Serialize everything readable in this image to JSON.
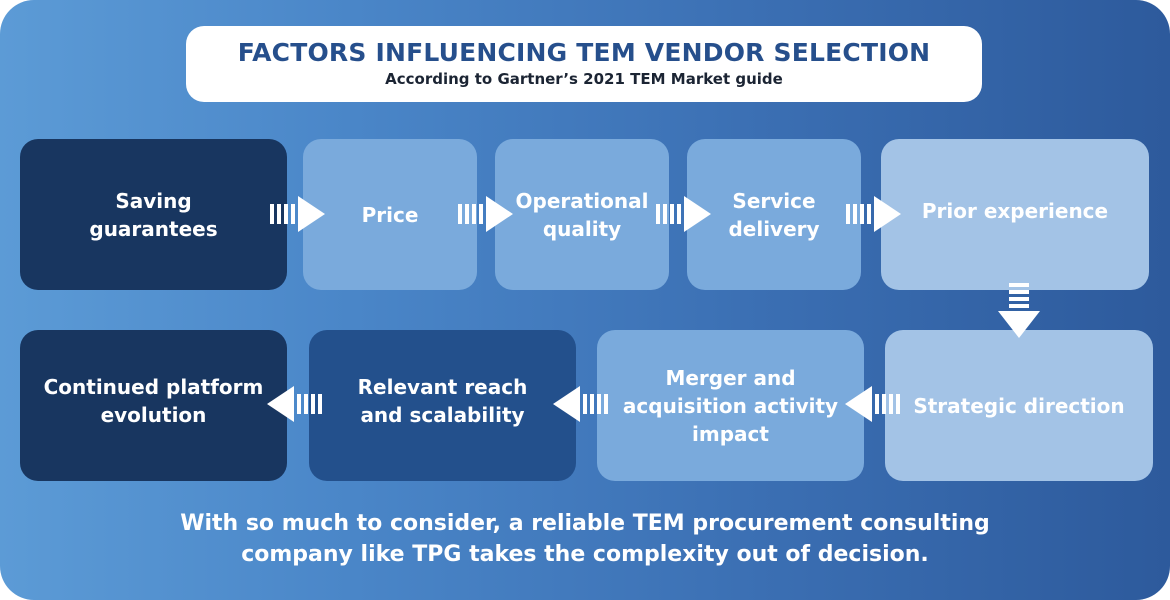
{
  "header": {
    "title": "FACTORS INFLUENCING TEM VENDOR SELECTION",
    "subtitle": "According to Gartner’s 2021 TEM Market guide"
  },
  "steps": [
    {
      "label": "Saving guarantees"
    },
    {
      "label": "Price"
    },
    {
      "label": "Operational quality"
    },
    {
      "label": "Service delivery"
    },
    {
      "label": "Prior experience"
    },
    {
      "label": "Strategic direction"
    },
    {
      "label": "Merger and acquisition activity impact"
    },
    {
      "label": "Relevant reach and scalability"
    },
    {
      "label": "Continued platform evolution"
    }
  ],
  "footer": {
    "line1": "With so much to consider, a reliable TEM procurement consulting",
    "line2": "company like TPG takes the complexity out of decision."
  },
  "colors": {
    "dark": "#183660",
    "mid": "#23508c",
    "light": "#7aaadc",
    "pale": "#a3c3e6",
    "title": "#264f8c"
  }
}
